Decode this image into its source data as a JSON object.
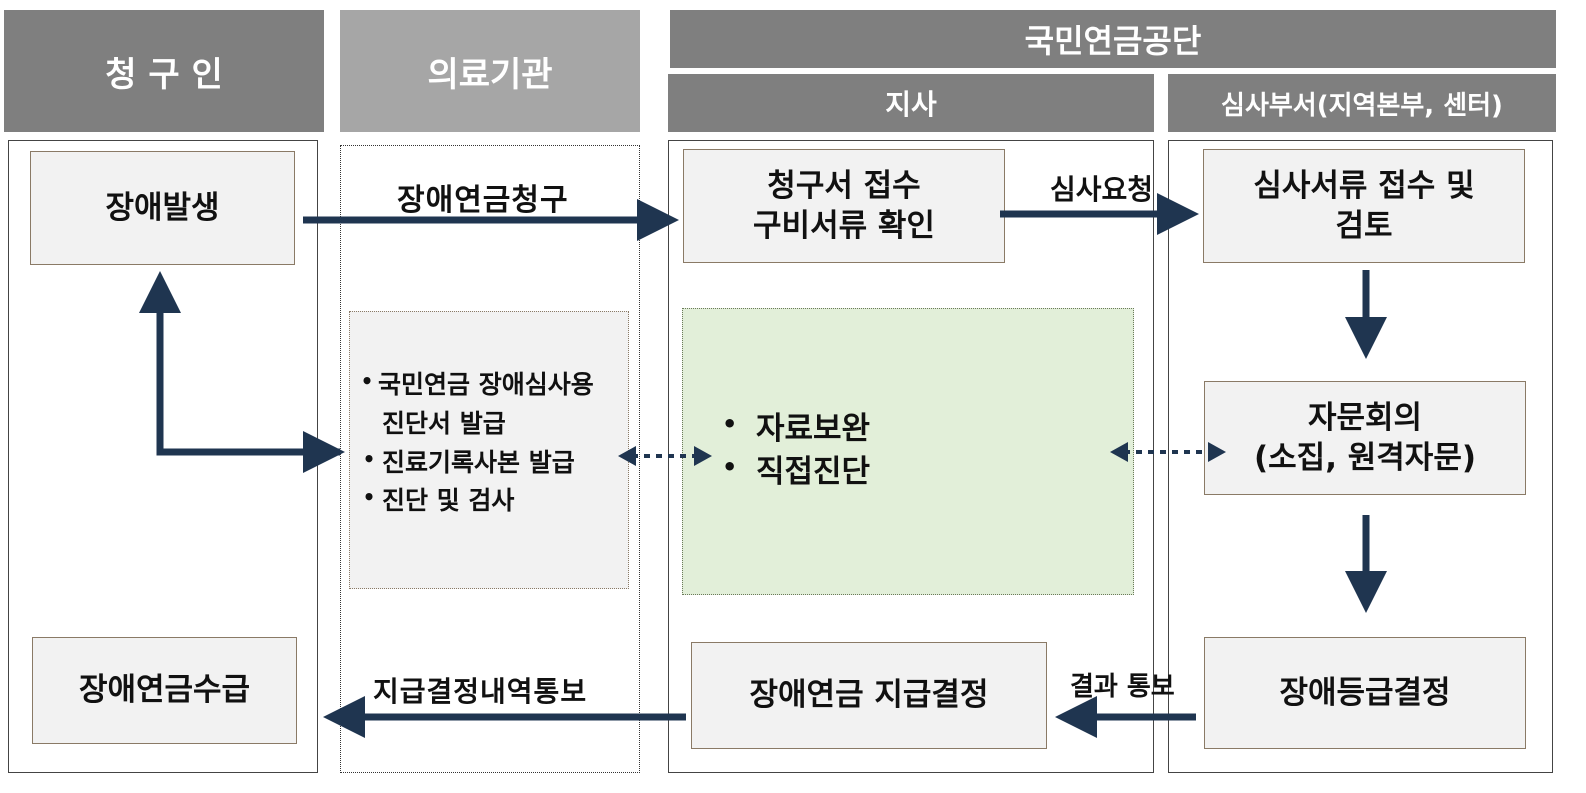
{
  "headers": {
    "claimant": "청 구 인",
    "medical": "의료기관",
    "nps": "국민연금공단",
    "branch": "지사",
    "review_dept": "심사부서(지역본부, 센터)"
  },
  "boxes": {
    "disability_onset": "장애발생",
    "receipt_line1": "청구서 접수",
    "receipt_line2": "구비서류 확인",
    "review_line1": "심사서류 접수 및",
    "review_line2": "검토",
    "advisory_line1": "자문회의",
    "advisory_line2": "(소집, 원격자문)",
    "grade_decision": "장애등급결정",
    "payment_decision": "장애연금 지급결정",
    "pension_receipt": "장애연금수급"
  },
  "medical_list": {
    "bullet": "•",
    "item1_line1": "국민연금 장애심사용",
    "item1_line2": "진단서 발급",
    "item2": "진료기록사본 발급",
    "item3": "진단 및 검사"
  },
  "branch_list": {
    "bullet": "•",
    "item1": "자료보완",
    "item2": "직접진단"
  },
  "arrow_labels": {
    "claim": "장애연금청구",
    "review_request": "심사요청",
    "result_notice": "결과 통보",
    "payment_notice": "지급결정내역통보"
  },
  "colors": {
    "header_dark": "#7f7f7f",
    "header_light": "#a6a6a6",
    "arrow": "#1f3550",
    "green_box": "#e2efd9",
    "box_fill": "#f2f2f2"
  }
}
